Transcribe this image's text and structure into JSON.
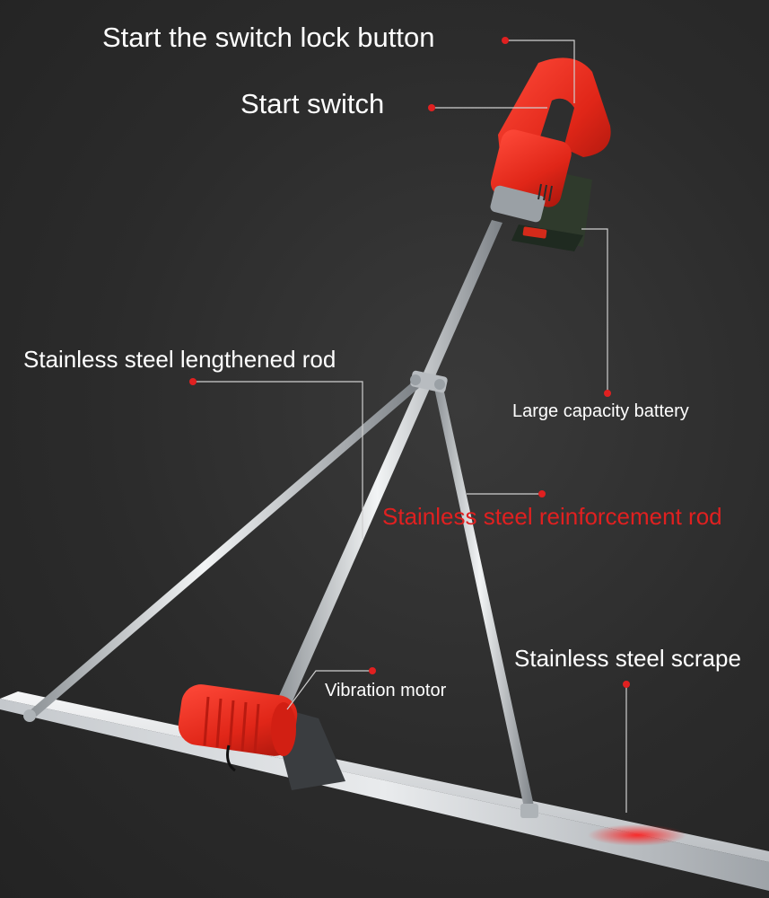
{
  "labels": {
    "switch_lock": "Start the switch lock button",
    "start_switch": "Start switch",
    "lengthened_rod": "Stainless steel lengthened rod",
    "battery": "Large capacity battery",
    "reinforcement_rod": "Stainless steel reinforcement rod",
    "scrape": "Stainless steel scrape",
    "vibration_motor": "Vibration motor"
  },
  "colors": {
    "background": "#2b2b2b",
    "label_text": "#ffffff",
    "accent_red": "#e02020",
    "tool_red": "#e8261e",
    "battery_green": "#2f3a2c",
    "steel": "#c9cdd1"
  }
}
